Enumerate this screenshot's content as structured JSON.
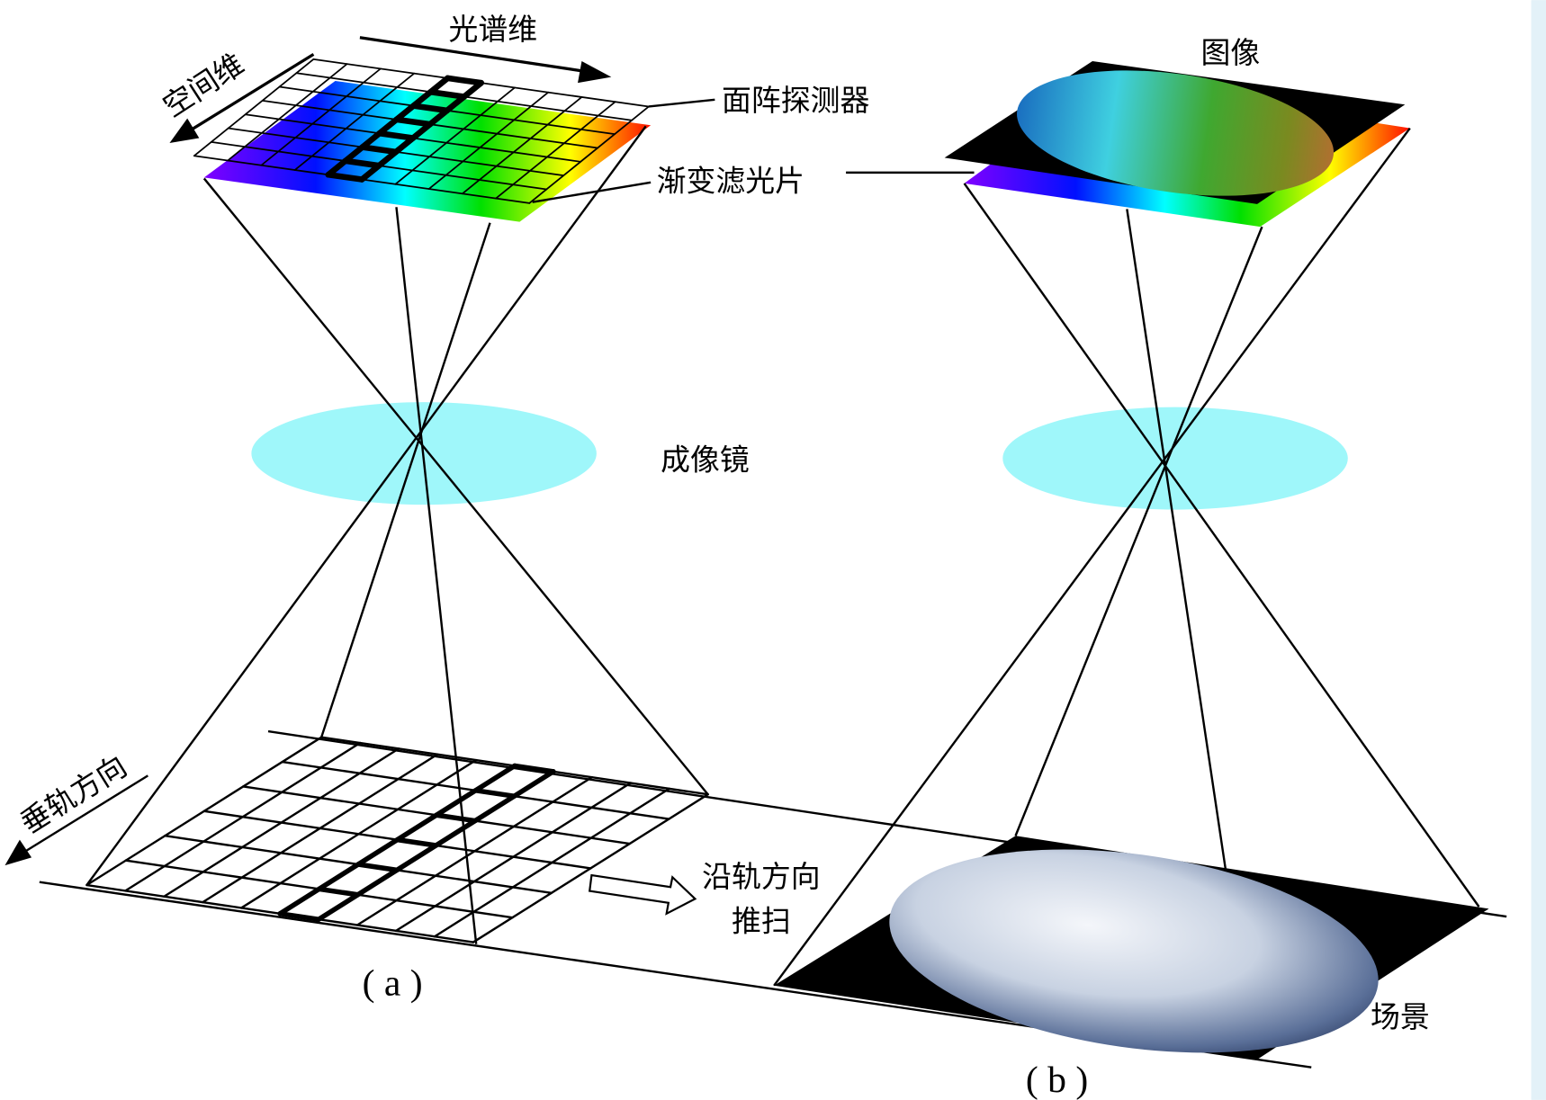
{
  "labels": {
    "spectral_dim": "光谱维",
    "spatial_dim": "空间维",
    "area_detector": "面阵探测器",
    "gradient_filter": "渐变滤光片",
    "imaging_lens": "成像镜",
    "cross_track": "垂轨方向",
    "along_track_line1": "沿轨方向",
    "along_track_line2": "推扫",
    "image": "图像",
    "scene": "场景",
    "caption_a": "( a )",
    "caption_b": "( b )"
  },
  "colors": {
    "lens": "#9ff7fa",
    "filter_gradient": [
      "#8000ff",
      "#0010ff",
      "#00ffff",
      "#00e000",
      "#ffff00",
      "#ff0000"
    ],
    "border_strip": "#e3f1f8"
  },
  "grids": {
    "detector": {
      "columns": 10,
      "rows": 7,
      "highlight_column": 4
    },
    "ground": {
      "columns": 10,
      "rows": 6,
      "highlight_column": 5
    }
  }
}
